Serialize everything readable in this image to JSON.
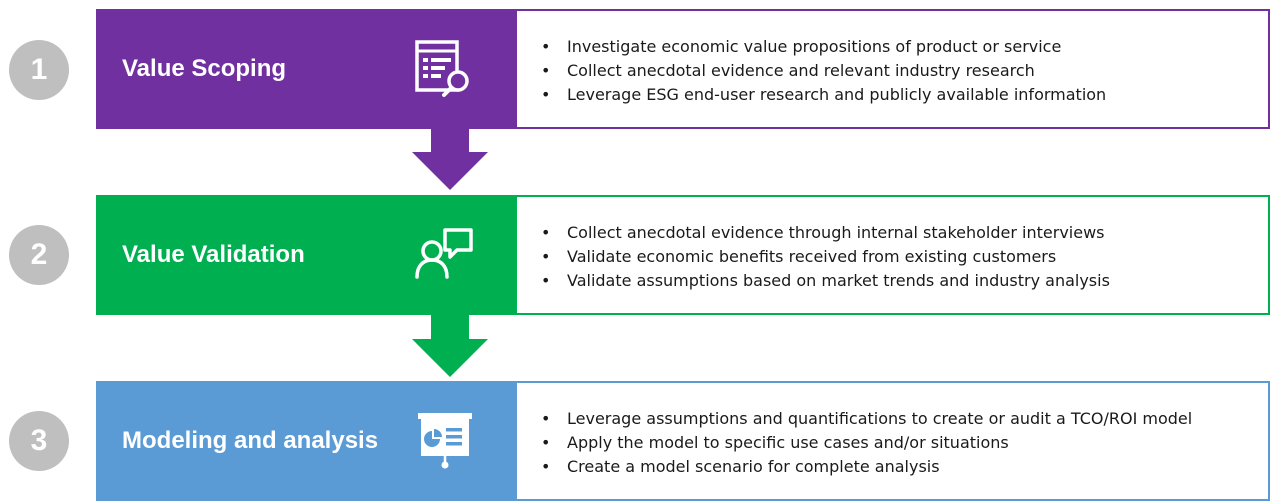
{
  "steps": [
    {
      "number": "1",
      "title": "Value Scoping",
      "icon": "document-search-icon",
      "color": "#7030A0",
      "bullets": [
        "Investigate economic value propositions of product or service",
        "Collect anecdotal evidence and relevant industry research",
        "Leverage ESG end-user research and publicly available  information"
      ]
    },
    {
      "number": "2",
      "title": "Value Validation",
      "icon": "person-chat-icon",
      "color": "#00B050",
      "bullets": [
        "Collect anecdotal evidence through internal stakeholder interviews",
        "Validate economic benefits received from existing customers",
        "Validate assumptions based on market trends and industry analysis"
      ]
    },
    {
      "number": "3",
      "title": "Modeling and analysis",
      "icon": "presentation-board-icon",
      "color": "#5B9BD5",
      "bullets": [
        "Leverage assumptions and quantifications to create or audit a TCO/ROI model",
        "Apply the model to specific use cases and/or situations",
        "Create a model scenario for complete analysis"
      ]
    }
  ],
  "arrows": [
    {
      "icon": "down-arrow-icon",
      "color": "#7030A0"
    },
    {
      "icon": "down-arrow-icon",
      "color": "#00B050"
    }
  ]
}
